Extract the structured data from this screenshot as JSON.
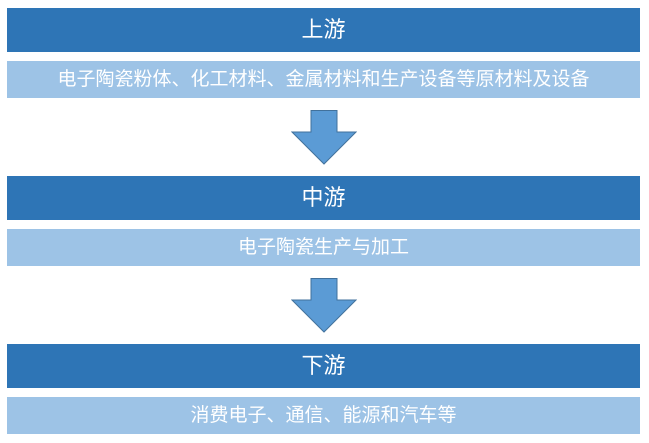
{
  "sections": [
    {
      "title": "上游",
      "detail": "电子陶瓷粉体、化工材料、金属材料和生产设备等原材料及设备"
    },
    {
      "title": "中游",
      "detail": "电子陶瓷生产与加工"
    },
    {
      "title": "下游",
      "detail": "消费电子、通信、能源和汽车等"
    }
  ],
  "icons": {
    "flow_arrow": "down-arrow"
  },
  "colors": {
    "header_bg": "#2E75B6",
    "detail_bg": "#9DC3E6",
    "arrow_fill": "#5B9BD5",
    "arrow_border": "#41719C",
    "text": "#FFFFFF",
    "background": "#FFFFFF"
  }
}
